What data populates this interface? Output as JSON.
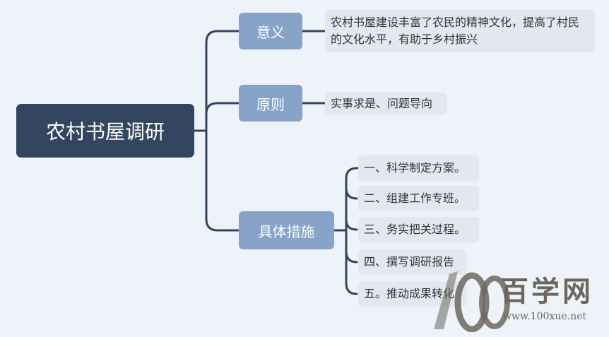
{
  "root": {
    "label": "农村书屋调研"
  },
  "branches": [
    {
      "label": "意义",
      "leaves": [
        "农村书屋建设丰富了农民的精神文化，提高了村民的文化水平，有助于乡村振兴"
      ]
    },
    {
      "label": "原则",
      "leaves": [
        "实事求是、问题导向"
      ]
    },
    {
      "label": "具体措施",
      "leaves": [
        "一、科学制定方案。",
        "二、组建工作专班。",
        "三、务实把关过程。",
        "四、撰写调研报告",
        "五。推动成果转化"
      ]
    }
  ],
  "watermark": {
    "logo_digits": "100",
    "title": "百学网",
    "url": "www.100xue.net"
  },
  "colors": {
    "background": "#eef3fa",
    "root": "#34465f",
    "branch": "#87a3c8",
    "leaf": "#e3e8f0",
    "connector": "#34465f",
    "watermark": "#6b675e"
  }
}
